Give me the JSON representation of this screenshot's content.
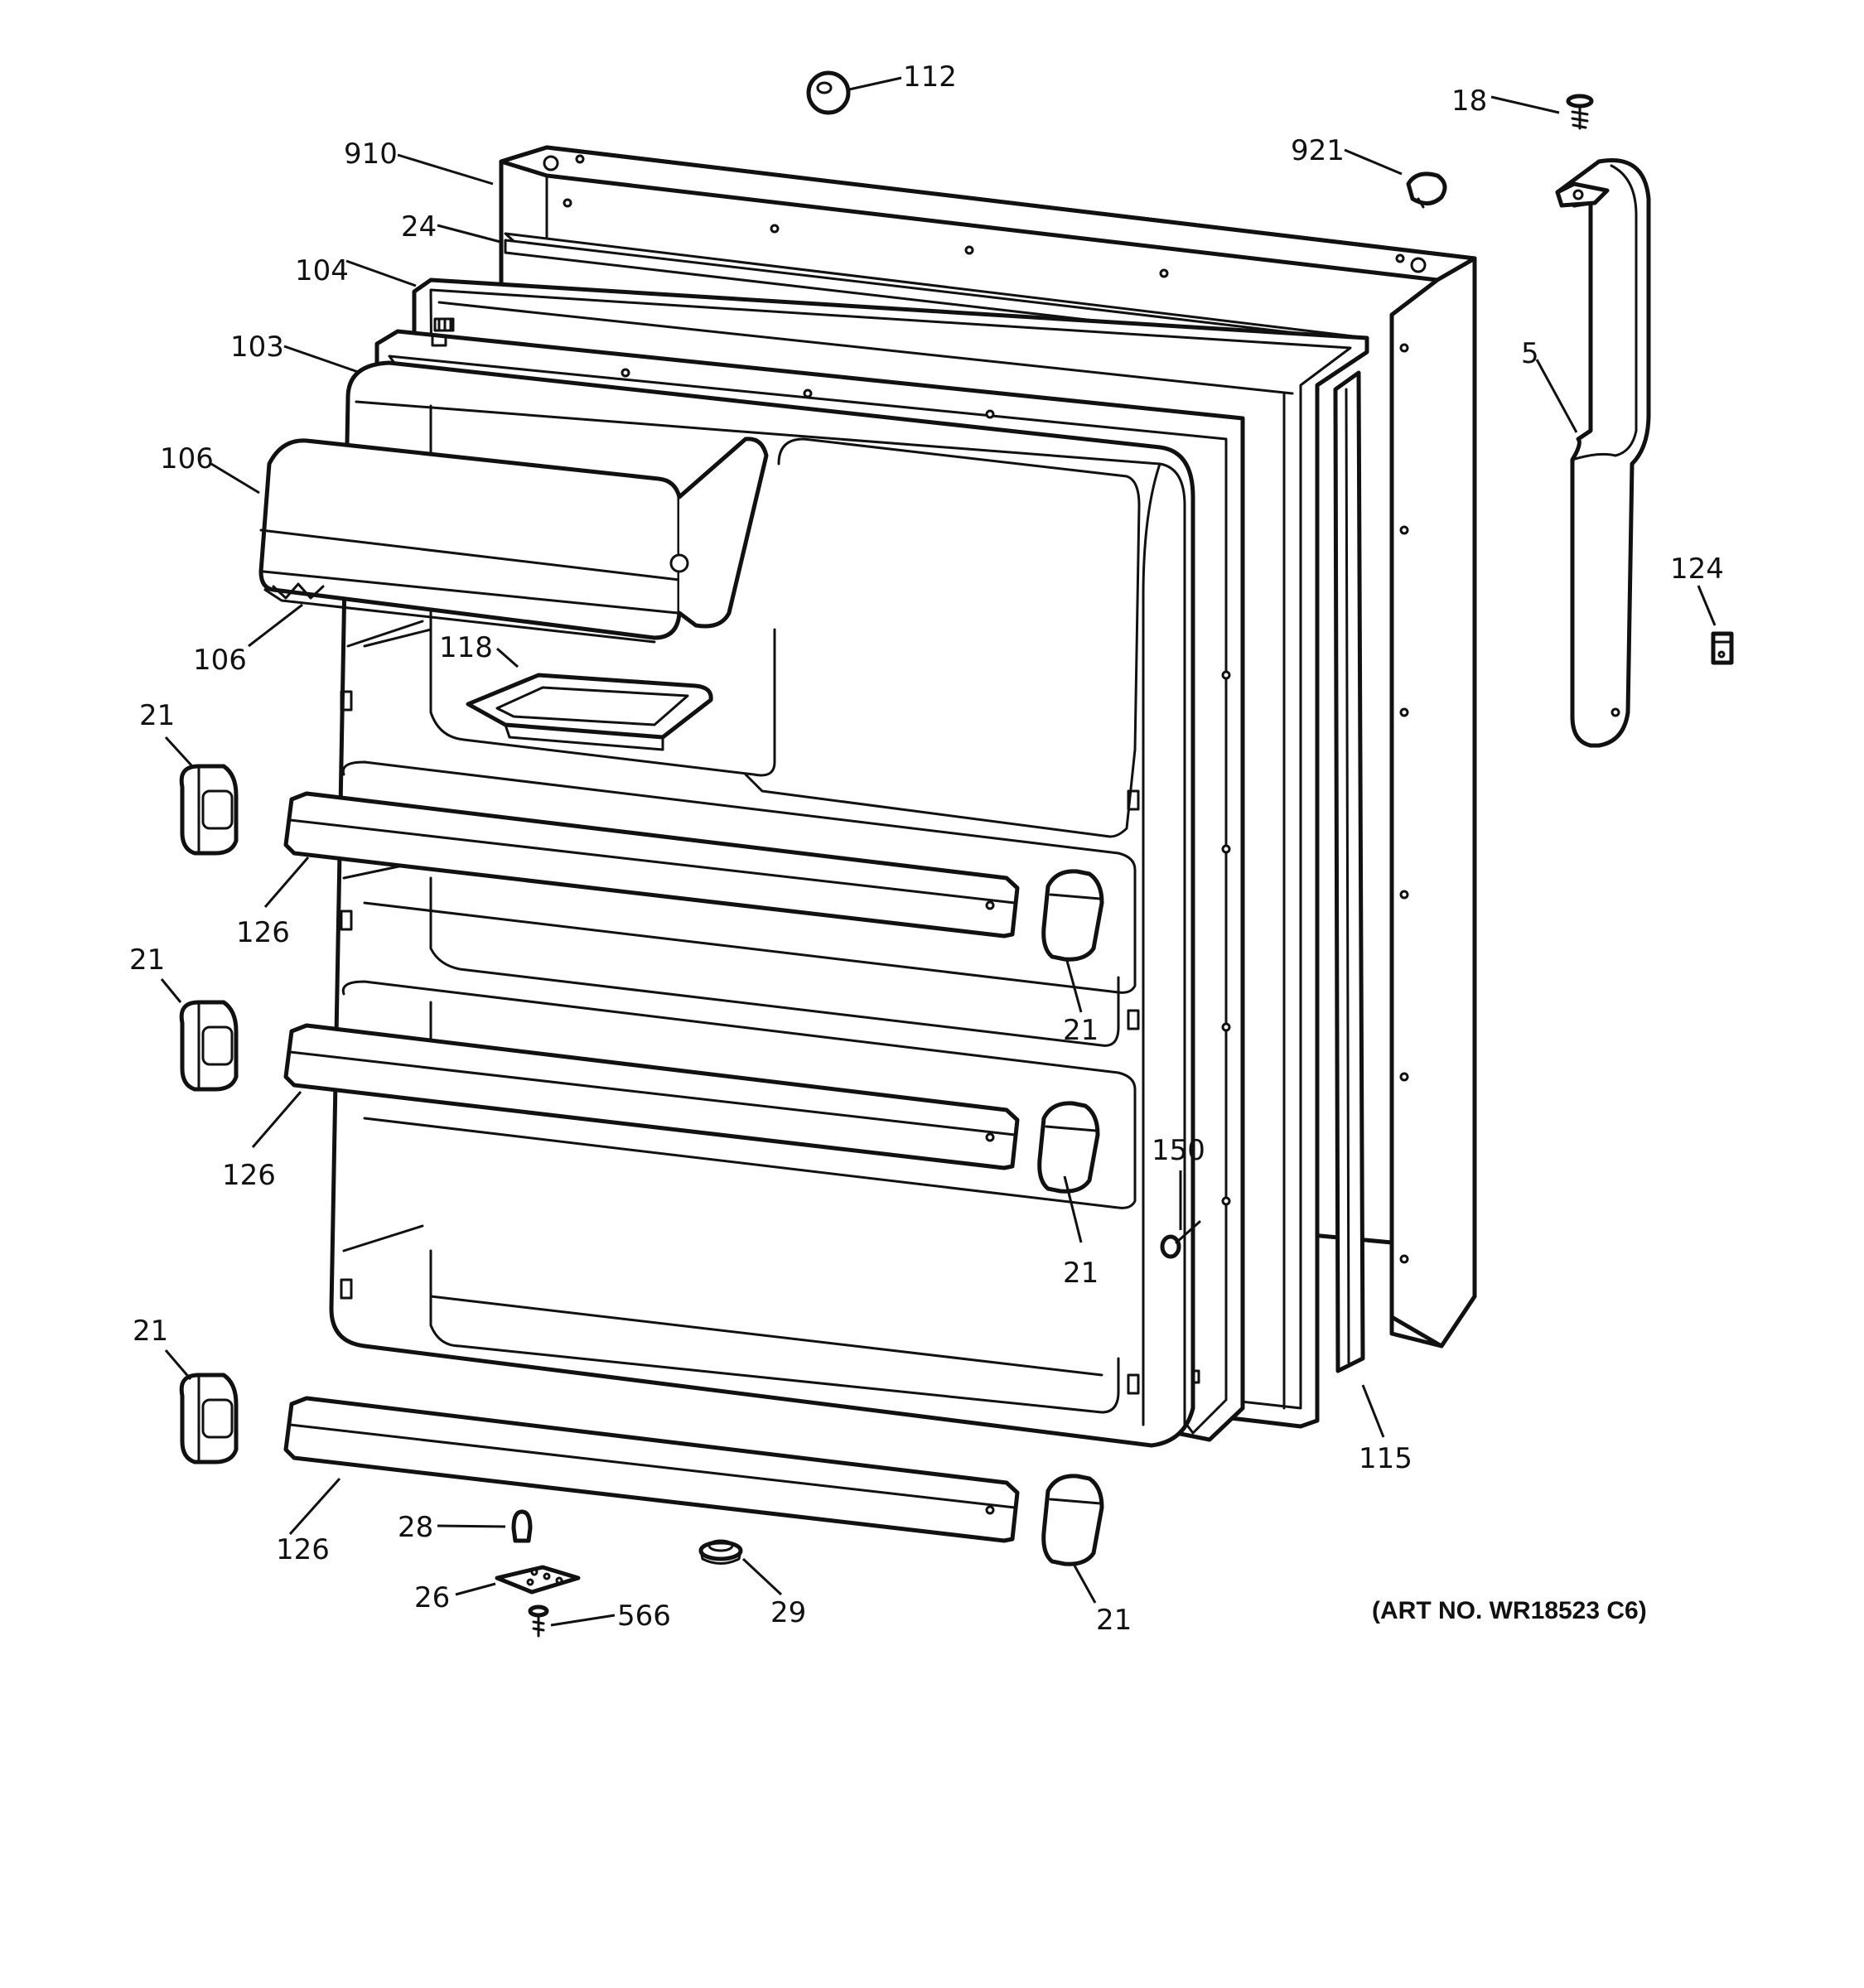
{
  "art_number": "(ART NO. WR18523 C6)",
  "callouts": {
    "c112": "112",
    "c18": "18",
    "c910": "910",
    "c921": "921",
    "c24": "24",
    "c104": "104",
    "c103": "103",
    "c5": "5",
    "c106a": "106",
    "c124": "124",
    "c106b": "106",
    "c118": "118",
    "c21a": "21",
    "c126a": "126",
    "c21b": "21",
    "c21c": "21",
    "c126b": "126",
    "c150": "150",
    "c21d": "21",
    "c21e": "21",
    "c115": "115",
    "c28": "28",
    "c126c": "126",
    "c26": "26",
    "c566": "566",
    "c29": "29",
    "c21f": "21"
  }
}
